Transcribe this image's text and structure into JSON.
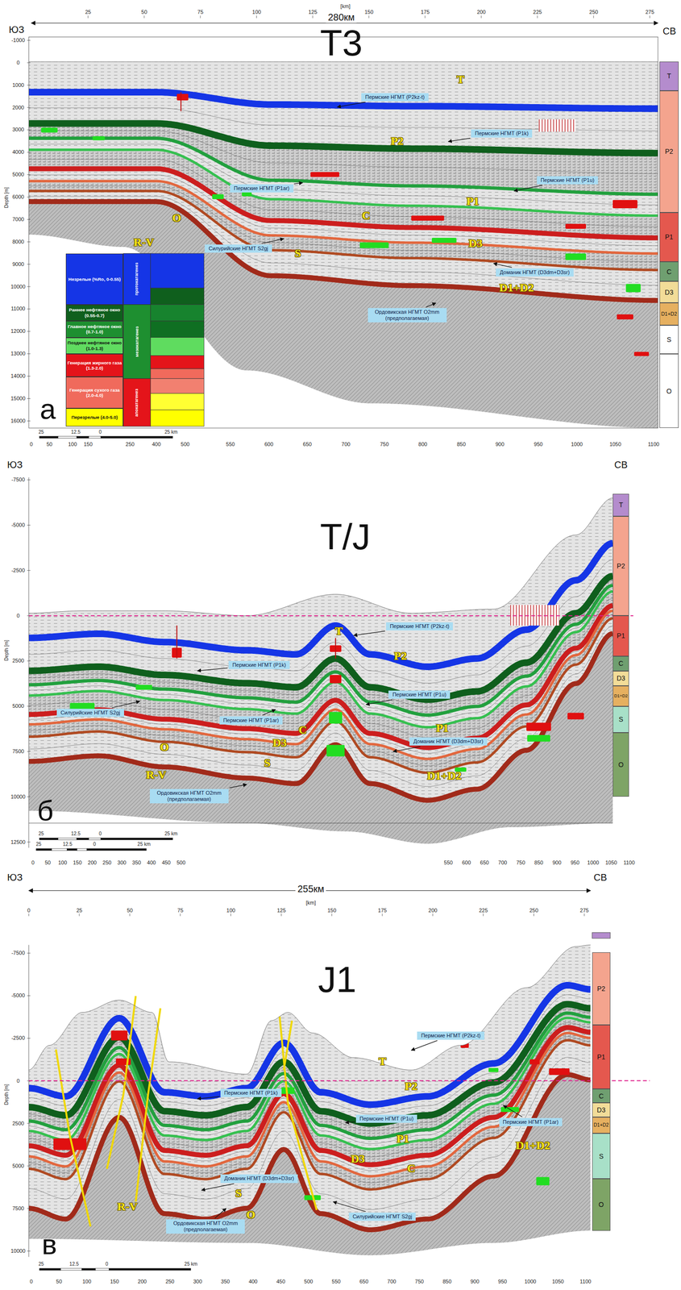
{
  "diagram": {
    "nodes": [
      {
        "text": [
          "Пермские НГМТ (P2kz-t)"
        ]
      },
      {
        "text": [
          "Пермские НГМТ (P1k)"
        ]
      },
      {
        "text": [
          "Пермские НГМТ (P1u)"
        ]
      },
      {
        "text": [
          "Пермские НГМТ (P1ar)"
        ]
      },
      {
        "text": [
          "Силурийские НГМТ S2gj"
        ]
      },
      {
        "text": [
          "Доманик НГМТ (D3dm+D3sr)"
        ]
      },
      {
        "text": [
          "Ордовикская НГМТ O2mm (предполагаемая)"
        ]
      },
      {
        "text": [
          "T"
        ]
      },
      {
        "text": [
          "P2"
        ]
      },
      {
        "text": [
          "P1"
        ]
      },
      {
        "text": [
          "C"
        ]
      },
      {
        "text": [
          "D3"
        ]
      },
      {
        "text": [
          "D1+D2"
        ]
      },
      {
        "text": [
          "S"
        ]
      },
      {
        "text": [
          "O"
        ]
      },
      {
        "text": [
          "Пермские НГМТ (P2kz-t)"
        ]
      },
      {
        "text": [
          "Пермские НГМТ (P1k)"
        ]
      },
      {
        "text": [
          "Пермские НГМТ (P1u)"
        ]
      },
      {
        "text": [
          "Пермские НГМТ (P1ar)"
        ]
      },
      {
        "text": [
          "Силурийские НГМТ S2gj"
        ]
      },
      {
        "text": [
          "Доманик НГМТ (D3dm+D3sr)"
        ]
      },
      {
        "text": [
          "Ордовикская НГМТ O2mm (предполагаемая)"
        ]
      },
      {
        "text": [
          "T"
        ]
      },
      {
        "text": [
          "P2"
        ]
      },
      {
        "text": [
          "P1"
        ]
      },
      {
        "text": [
          "C"
        ]
      },
      {
        "text": [
          "D3"
        ]
      },
      {
        "text": [
          "D1+D2"
        ]
      },
      {
        "text": [
          "S"
        ]
      },
      {
        "text": [
          "O"
        ]
      },
      {
        "text": [
          "Пермские НГМТ (P2kz-t)"
        ]
      },
      {
        "text": [
          "Пермские НГМТ (P1k)"
        ]
      },
      {
        "text": [
          "Пермские НГМТ (P1u)"
        ]
      },
      {
        "text": [
          "Пермские НГМТ (P1ar)"
        ]
      },
      {
        "text": [
          "Доманик НГМТ (D3dm+D3sr)"
        ]
      },
      {
        "text": [
          "Ордовикская НГМТ O2mm (предполагаемая)"
        ]
      },
      {
        "text": [
          "Силурийские НГМТ S2gj"
        ]
      },
      {
        "text": [
          "P2"
        ]
      },
      {
        "text": [
          "P1"
        ]
      },
      {
        "text": [
          "C"
        ]
      },
      {
        "text": [
          "D3"
        ]
      },
      {
        "text": [
          "D1+D2"
        ]
      },
      {
        "text": [
          "S"
        ]
      },
      {
        "text": [
          "O"
        ]
      }
    ],
    "labels": [
      "ЮЗ",
      "280км",
      "СВ",
      "[km]",
      "25",
      "50",
      "75",
      "100",
      "125",
      "150",
      "175",
      "200",
      "225",
      "250",
      "275",
      "T3",
      "-1000",
      "0",
      "1000",
      "2000",
      "3000",
      "4000",
      "5000",
      "6000",
      "7000",
      "8000",
      "9000",
      "10000",
      "11000",
      "12000",
      "13000",
      "14000",
      "15000",
      "16000",
      "Depth [m]",
      "T",
      "P2",
      "P1",
      "C",
      "O",
      "R-V",
      "S",
      "D3",
      "D1+D2",
      "протокатагенез",
      "мезокатагенез",
      "апокатагенез",
      "а",
      "25",
      "12.5",
      "0",
      "25 km",
      "0",
      "50",
      "100",
      "150",
      "250",
      "400",
      "500",
      "550",
      "600",
      "650",
      "700",
      "750",
      "800",
      "850",
      "900",
      "950",
      "1000",
      "1050",
      "1100",
      "ЮЗ",
      "СВ",
      "T/J",
      "-7500",
      "-5000",
      "-2500",
      "0",
      "2500",
      "5000",
      "7500",
      "10000",
      "12500",
      "Depth [m]",
      "T",
      "P2",
      "P1",
      "C",
      "D3",
      "O",
      "R-V",
      "S",
      "D1+D2",
      "б",
      "25",
      "12.5",
      "0",
      "25 km",
      "25",
      "12.5",
      "0",
      "25 km",
      "0",
      "50",
      "100",
      "150",
      "200",
      "250",
      "300",
      "350",
      "400",
      "450",
      "500",
      "550",
      "600",
      "650",
      "700",
      "750",
      "850",
      "900",
      "950",
      "1000",
      "1050",
      "1100",
      "ЮЗ",
      "255км",
      "СВ",
      "[km]",
      "0",
      "25",
      "50",
      "75",
      "100",
      "125",
      "150",
      "175",
      "200",
      "225",
      "250",
      "275",
      "J1",
      "-7500",
      "-5000",
      "-2500",
      "0",
      "2500",
      "5000",
      "7500",
      "10000",
      "Depth [m]",
      "T",
      "P2",
      "P1",
      "D3",
      "C",
      "S",
      "R-V",
      "O",
      "D1+D2",
      "в",
      "25",
      "12.5",
      "0",
      "25 km",
      "0",
      "50",
      "100",
      "150",
      "200",
      "250",
      "300",
      "350",
      "400",
      "450",
      "500",
      "550",
      "650",
      "700",
      "750",
      "850",
      "900",
      "950",
      "1000",
      "1050",
      "1100"
    ],
    "legend": [
      {
        "text": "Незрелые (%Ro, 0-0.55)",
        "color": "#1535e6"
      },
      {
        "text": "Раннее нефтяное окно (0.55-0.7)",
        "color": "#0f5f1d"
      },
      {
        "text": "Главное нефтяное окно (0.7-1.0)",
        "color": "#1e8f30"
      },
      {
        "text": "Позднее нефтяное окно (1.0-1.3)",
        "color": "#60dc60"
      },
      {
        "text": "Генерация жирного газа (1.3-2.0)",
        "color": "#e4141a"
      },
      {
        "text": "Генерация сухого газа (2.0-4.0)",
        "color": "#f06a5c"
      },
      {
        "text": "Перезрелые (4.0-5.0)",
        "color": "#ffff00"
      }
    ]
  }
}
